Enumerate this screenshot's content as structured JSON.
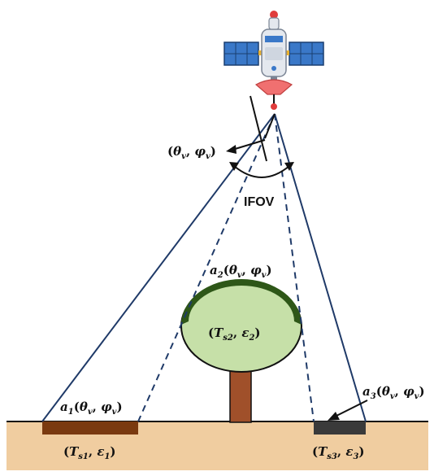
{
  "labels": {
    "view_angle": {
      "open": "(",
      "theta": "θ",
      "theta_sub": "v",
      "sep": ", ",
      "phi": "φ",
      "phi_sub": "v",
      "close": ")"
    },
    "ifov": "IFOV",
    "a1": {
      "a": "a",
      "a_sub": "1",
      "open": "(",
      "theta": "θ",
      "theta_sub": "v",
      "sep": ", ",
      "phi": "φ",
      "phi_sub": "v",
      "close": ")"
    },
    "a2": {
      "a": "a",
      "a_sub": "2",
      "open": "(",
      "theta": "θ",
      "theta_sub": "v",
      "sep": ", ",
      "phi": "φ",
      "phi_sub": "v",
      "close": ")"
    },
    "a3": {
      "a": "a",
      "a_sub": "3",
      "open": "(",
      "theta": "θ",
      "theta_sub": "v",
      "sep": ", ",
      "phi": "φ",
      "phi_sub": "v",
      "close": ")"
    },
    "s1": {
      "open": "(",
      "T": "T",
      "T_sub": "s1",
      "sep": ", ",
      "eps": "ε",
      "eps_sub": "1",
      "close": ")"
    },
    "s2": {
      "open": "(",
      "T": "T",
      "T_sub": "s2",
      "sep": ", ",
      "eps": "ε",
      "eps_sub": "2",
      "close": ")"
    },
    "s3": {
      "open": "(",
      "T": "T",
      "T_sub": "s3",
      "sep": ", ",
      "eps": "ε",
      "eps_sub": "3",
      "close": ")"
    }
  },
  "colors": {
    "ground": "#F0CDA0",
    "ray": "#1F3A68",
    "patch1": "#7A3A10",
    "patch3": "#3A3A3A",
    "crown": "#C6E0A8",
    "crown_top": "#2E5718",
    "trunk": "#A0502A",
    "panel": "#3A78C8",
    "satellite_body": "#E4E8EE"
  }
}
